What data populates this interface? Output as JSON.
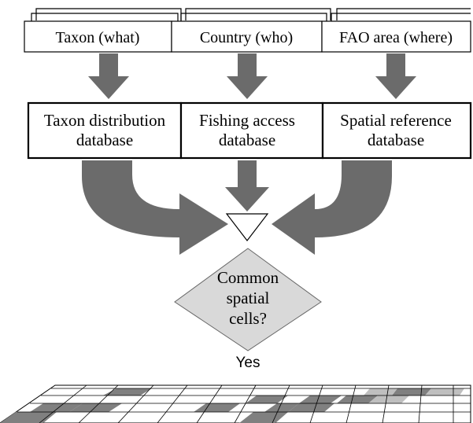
{
  "inputs": [
    {
      "label": "Taxon (what)"
    },
    {
      "label": "Country (who)"
    },
    {
      "label": "FAO area (where)"
    }
  ],
  "databases": [
    {
      "line1": "Taxon distribution",
      "line2": "database"
    },
    {
      "line1": "Fishing access",
      "line2": "database"
    },
    {
      "line1": "Spatial reference",
      "line2": "database"
    }
  ],
  "decision": {
    "line1": "Common",
    "line2": "spatial",
    "line3": "cells?",
    "yes_label": "Yes"
  },
  "colors": {
    "arrow": "#6b6b6b",
    "diamond_fill": "#d9d9d9",
    "box_border": "#000000",
    "grid_dark": "#808080",
    "grid_light": "#bfbfbf"
  }
}
